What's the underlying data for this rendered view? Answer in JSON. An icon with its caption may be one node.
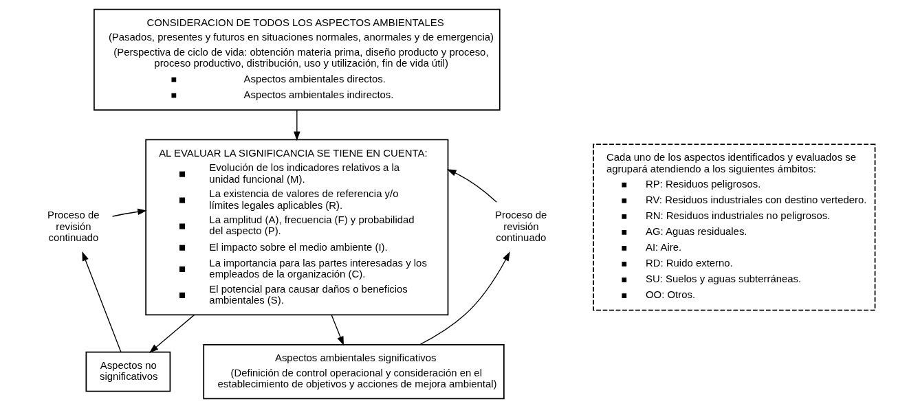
{
  "diagram": {
    "nodes": [
      {
        "text": [
          "CONSIDERACION DE TODOS LOS ASPECTOS AMBIENTALES",
          "(Pasados, presentes y futuros en situaciones normales, anormales y de emergencia)",
          "(Perspectiva de ciclo de vida: obtención materia prima, diseño producto y proceso, proceso productivo, distribución, uso y utilización, fin de vida útil)",
          "Aspectos ambientales directos.",
          "Aspectos ambientales indirectos."
        ]
      },
      {
        "text": [
          "AL EVALUAR LA SIGNIFICANCIA SE TIENE EN CUENTA:",
          "Evolución de los indicadores relativos a la unidad funcional (M).",
          "La existencia de valores de referencia y/o límites legales aplicables (R).",
          "La amplitud (A), frecuencia (F) y probabilidad del aspecto (P).",
          "El impacto sobre el medio ambiente (I).",
          "La importancia para las partes interesadas y los empleados de la organización (C).",
          "El potencial para causar daños o beneficios ambientales (S)."
        ]
      },
      {
        "text": [
          "Proceso de revisión continuado"
        ]
      },
      {
        "text": [
          "Aspectos no significativos"
        ]
      },
      {
        "text": [
          "Proceso de revisión continuado"
        ]
      },
      {
        "text": [
          "Aspectos ambientales significativos",
          "(Definición de control operacional y consideración en el establecimiento de objetivos y acciones de mejora ambiental)"
        ]
      },
      {
        "text": [
          "Cada uno de los aspectos identificados y evaluados se agrupará atendiendo a los siguientes ámbitos:",
          "RP: Residuos peligrosos.",
          "RV: Residuos industriales con destino vertedero.",
          "RN: Residuos industriales no peligrosos.",
          "AG: Aguas residuales.",
          "AI: Aire.",
          "RD: Ruido externo.",
          "SU: Suelos y aguas subterráneas.",
          "OO: Otros."
        ]
      }
    ],
    "edges": [
      {
        "from": 0,
        "to": 1,
        "arrow": "to"
      },
      {
        "from": 2,
        "to": 1,
        "arrow": "to"
      },
      {
        "from": 1,
        "to": 3,
        "arrow": "to"
      },
      {
        "from": 3,
        "to": 2,
        "arrow": "to"
      },
      {
        "from": 1,
        "to": 5,
        "arrow": "to"
      },
      {
        "from": 5,
        "to": 4,
        "arrow": "to"
      },
      {
        "from": 4,
        "to": 1,
        "arrow": "to"
      }
    ]
  }
}
